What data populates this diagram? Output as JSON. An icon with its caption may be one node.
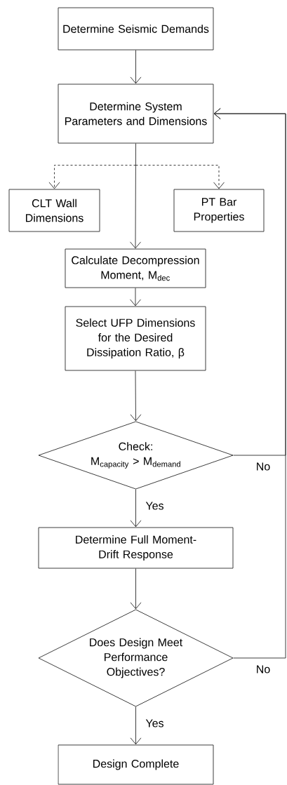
{
  "diagram": {
    "nodes": [
      {
        "text": [
          "Determine Seismic Demands"
        ]
      },
      {
        "text": [
          "Determine System Parameters and Dimensions"
        ]
      },
      {
        "text": [
          "CLT Wall Dimensions"
        ]
      },
      {
        "text": [
          "PT Bar Properties"
        ]
      },
      {
        "text": [
          "Calculate Decompression Moment, M$_{dec}$"
        ]
      },
      {
        "text": [
          "Select UFP Dimensions for the Desired Dissipation Ratio, β"
        ]
      },
      {
        "text": [
          "Check:",
          "M$_{capacity}$ > M$_{demand}$"
        ]
      },
      {
        "text": [
          "Determine Full Moment-Drift Response"
        ]
      },
      {
        "text": [
          "Does Design Meet Performance Objectives?"
        ]
      },
      {
        "text": [
          "Design Complete"
        ]
      }
    ],
    "edges": [
      {
        "from": 0,
        "to": 1,
        "arrow": "to"
      },
      {
        "from": 1,
        "to": 2,
        "arrow": "to",
        "style": "dashed"
      },
      {
        "from": 1,
        "to": 3,
        "arrow": "to",
        "style": "dashed"
      },
      {
        "from": 1,
        "to": 4,
        "arrow": "to"
      },
      {
        "from": 4,
        "to": 5,
        "arrow": "to"
      },
      {
        "from": 5,
        "to": 6,
        "arrow": "to"
      },
      {
        "from": 6,
        "to": 7,
        "arrow": "to",
        "label": "Yes"
      },
      {
        "from": 7,
        "to": 8,
        "arrow": "to"
      },
      {
        "from": 8,
        "to": 9,
        "arrow": "to",
        "label": "Yes"
      },
      {
        "from": 6,
        "to": 1,
        "arrow": "to",
        "label": "No"
      },
      {
        "from": 8,
        "to": 1,
        "arrow": "to",
        "label": "No"
      }
    ]
  }
}
